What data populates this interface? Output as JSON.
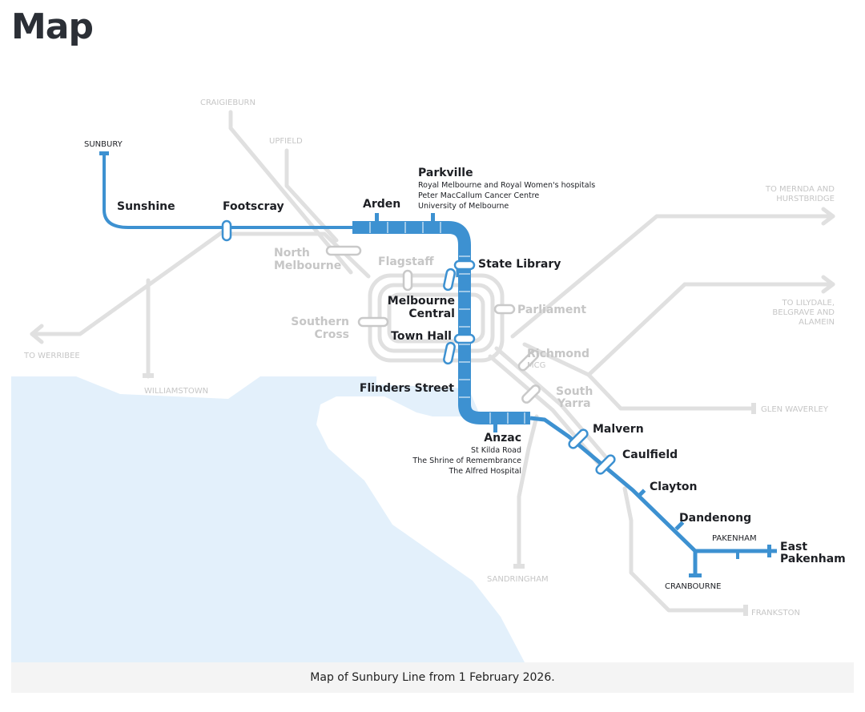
{
  "title": "Map",
  "caption": "Map of Sunbury Line from 1 February 2026.",
  "colors": {
    "line": "#3d91d1",
    "water": "#e3f0fb",
    "track": "#e0e0e0",
    "faded_label": "#c6c6c6",
    "label": "#1d1f24"
  },
  "faded_stations": {
    "craigieburn": "CRAIGIEBURN",
    "upfield": "UPFIELD",
    "to_mernda_1": "TO MERNDA AND",
    "to_mernda_2": "HURSTBRIDGE",
    "to_lilydale_1": "TO LILYDALE,",
    "to_lilydale_2": "BELGRAVE AND",
    "to_lilydale_3": "ALAMEIN",
    "to_werribee": "TO WERRIBEE",
    "williamstown": "WILLIAMSTOWN",
    "glen_waverley": "GLEN WAVERLEY",
    "sandringham": "SANDRINGHAM",
    "frankston": "FRANKSTON",
    "north_melbourne_1": "North",
    "north_melbourne_2": "Melbourne",
    "flagstaff": "Flagstaff",
    "parliament": "Parliament",
    "southern_cross_1": "Southern",
    "southern_cross_2": "Cross",
    "richmond": "Richmond",
    "mcg": "MCG",
    "south_yarra_1": "South",
    "south_yarra_2": "Yarra"
  },
  "line_stations": {
    "sunbury": "SUNBURY",
    "sunshine": "Sunshine",
    "footscray": "Footscray",
    "arden": "Arden",
    "parkville": "Parkville",
    "parkville_notes": [
      "Royal Melbourne and Royal Women's hospitals",
      "Peter MacCallum Cancer Centre",
      "University of Melbourne"
    ],
    "state_library": "State Library",
    "melbourne_central_1": "Melbourne",
    "melbourne_central_2": "Central",
    "town_hall": "Town Hall",
    "flinders_street": "Flinders Street",
    "anzac": "Anzac",
    "anzac_notes": [
      "St Kilda Road",
      "The Shrine of Remembrance",
      "The Alfred Hospital"
    ],
    "malvern": "Malvern",
    "caulfield": "Caulfield",
    "clayton": "Clayton",
    "dandenong": "Dandenong",
    "pakenham": "PAKENHAM",
    "east_pakenham_1": "East",
    "east_pakenham_2": "Pakenham",
    "cranbourne": "CRANBOURNE"
  }
}
